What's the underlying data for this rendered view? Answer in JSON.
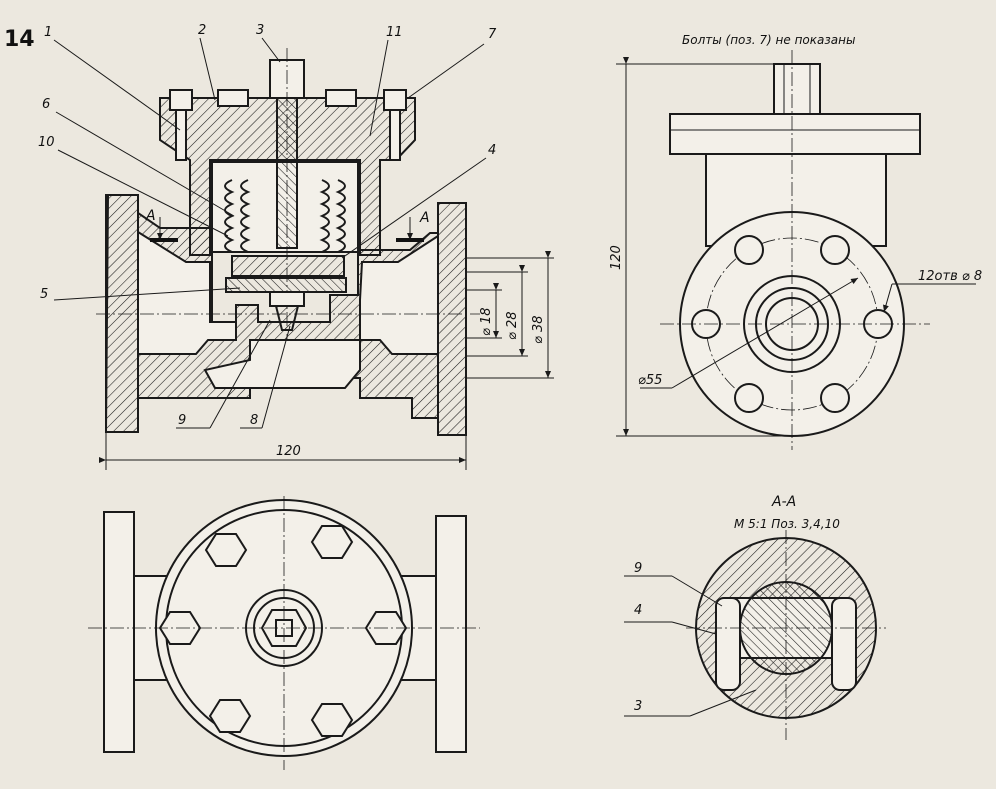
{
  "figure_number": "14",
  "note_bolts": "Болты (поз. 7) не показаны",
  "section_title": "А-А",
  "section_scale": "М 5:1 Поз. 3,4,10",
  "section_mark": "А",
  "leaders": {
    "p1": "1",
    "p2": "2",
    "p3": "3",
    "p4": "4",
    "p5": "5",
    "p6": "6",
    "p7": "7",
    "p8": "8",
    "p9": "9",
    "p10": "10",
    "p11": "11"
  },
  "section_leaders": {
    "p9": "9",
    "p4": "4",
    "p3": "3"
  },
  "dimensions": {
    "length_bottom": "120",
    "height_side": "120",
    "dia18": "⌀ 18",
    "dia28": "⌀ 28",
    "dia38": "⌀ 38",
    "dia55": "⌀55",
    "holes": "12отв ⌀ 8"
  }
}
